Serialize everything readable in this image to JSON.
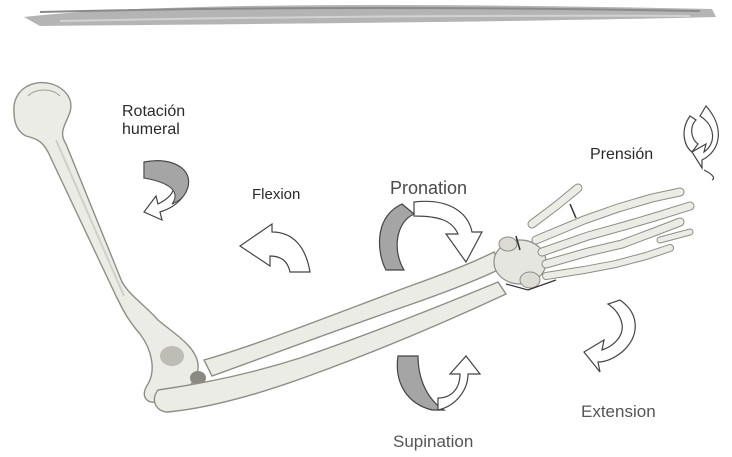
{
  "labels": {
    "rotacion_line1": "Rotación",
    "rotacion_line2": "humeral",
    "flexion": "Flexion",
    "pronation": "Pronation",
    "prension": "Prensión",
    "extension": "Extension",
    "supination": "Supination"
  },
  "colors": {
    "bone_fill": "#ecece6",
    "bone_stroke": "#8e8e86",
    "arrow_gray": "#a5a5a5",
    "arrow_outline": "#444444",
    "header_stroke": "#9a9a9a"
  },
  "icons": {
    "header": "brush-stroke-banner",
    "humerus": "humerus-bone",
    "radius": "radius-bone",
    "ulna": "ulna-bone",
    "hand": "hand-bones",
    "rotation_arrow": "curved-arrow-icon",
    "flexion_arrow": "curved-arrow-icon",
    "pronation_arrow": "circular-arrow-icon",
    "supination_arrow": "circular-arrow-icon",
    "prension_arrow": "curved-arrow-icon",
    "extension_arrow": "curved-arrow-icon"
  }
}
